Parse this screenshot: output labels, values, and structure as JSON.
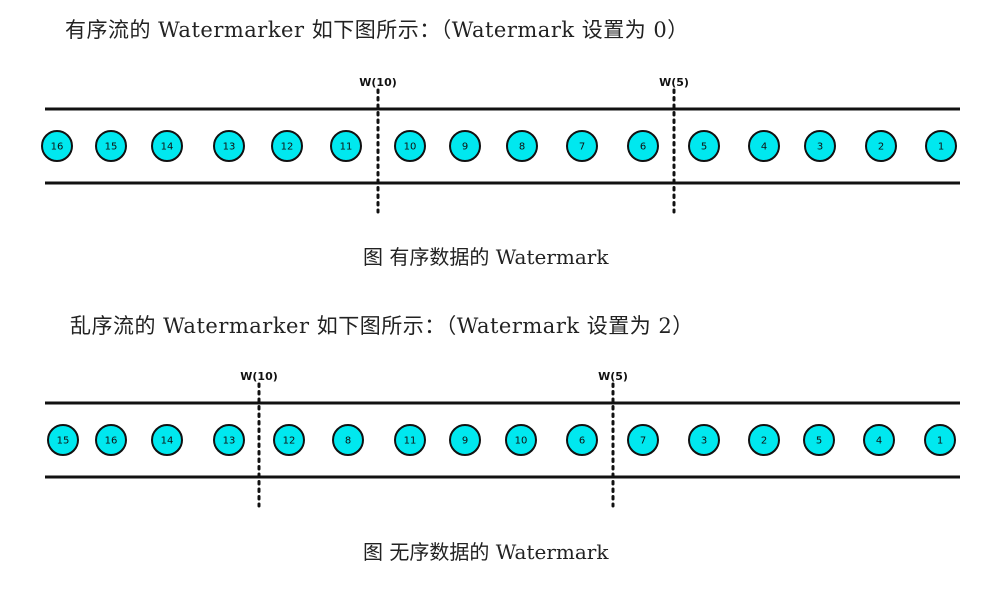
{
  "sections": [
    {
      "heading": "有序流的 Watermarker 如下图所示：（Watermark 设置为 0）",
      "caption": "图  有序数据的 Watermark",
      "events": [
        "16",
        "15",
        "14",
        "13",
        "12",
        "11",
        "10",
        "9",
        "8",
        "7",
        "6",
        "5",
        "4",
        "3",
        "2",
        "1"
      ],
      "watermarks": [
        {
          "label": "W(10)",
          "after_index": 5
        },
        {
          "label": "W(5)",
          "after_index": 10
        }
      ]
    },
    {
      "heading": "乱序流的 Watermarker 如下图所示：（Watermark 设置为 2）",
      "caption": "图  无序数据的 Watermark",
      "events": [
        "15",
        "16",
        "14",
        "13",
        "12",
        "8",
        "11",
        "9",
        "10",
        "6",
        "7",
        "3",
        "2",
        "5",
        "4",
        "1"
      ],
      "watermarks": [
        {
          "label": "W(10)",
          "after_index": 3
        },
        {
          "label": "W(5)",
          "after_index": 9
        }
      ]
    }
  ],
  "colors": {
    "event_fill": "#00e8ef",
    "event_stroke": "#111111",
    "line": "#111111"
  }
}
